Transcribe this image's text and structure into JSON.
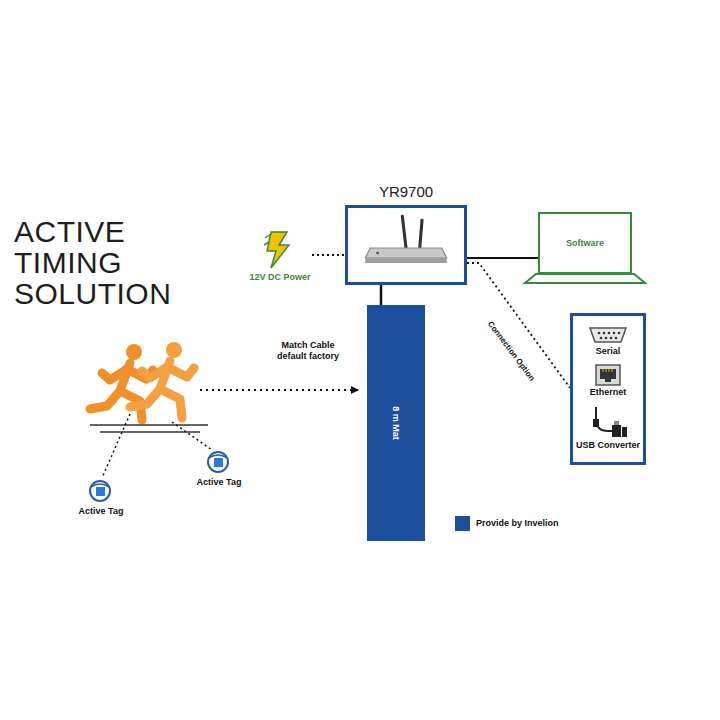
{
  "diagram": {
    "title": "ACTIVE TIMING SOLUTION",
    "nodes": [
      {
        "text": [
          "YR9700"
        ]
      },
      {
        "text": [
          "12V DC Power"
        ]
      },
      {
        "text": [
          "Software"
        ]
      },
      {
        "text": [
          "Serial",
          "Ethernet",
          "USB Converter"
        ]
      },
      {
        "text": [
          "8 m Mat"
        ]
      }
    ],
    "edges": [
      {
        "from": 1,
        "to": 0,
        "arrow": "none"
      },
      {
        "from": 0,
        "to": 2,
        "arrow": "none"
      },
      {
        "from": 0,
        "to": 3,
        "label": "Connection Option",
        "arrow": "none"
      },
      {
        "from": 0,
        "to": 4,
        "label": "Match Cable default factory",
        "arrow": "none"
      }
    ],
    "labels": [
      "Active Tag",
      "Active Tag"
    ],
    "legend": [
      {
        "text": "Provide by Invelion",
        "color": "#1d4f9f"
      }
    ]
  }
}
